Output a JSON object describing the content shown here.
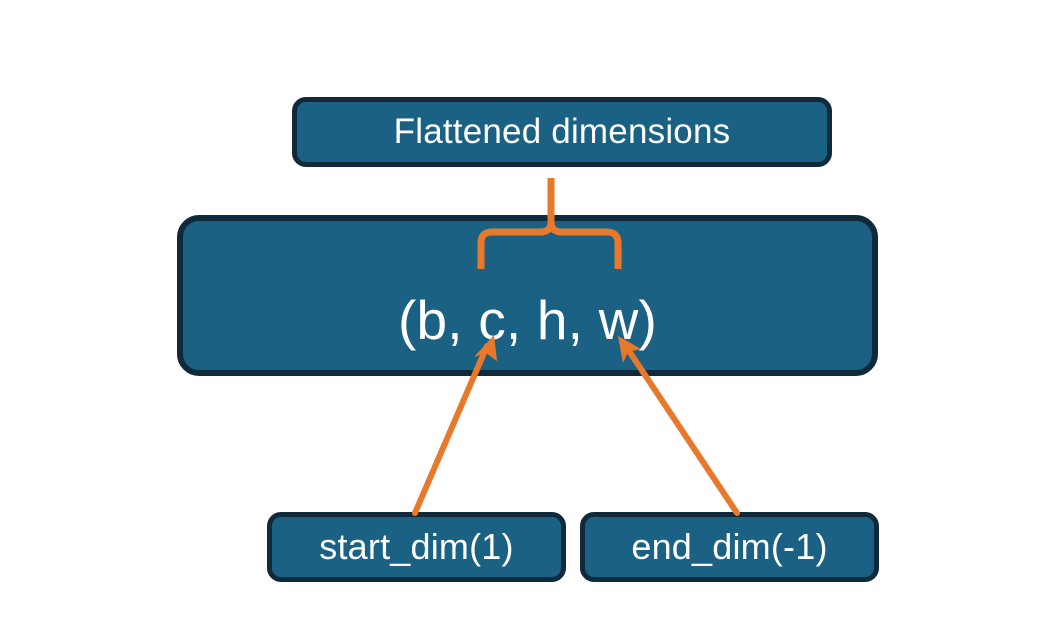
{
  "diagram": {
    "title_node": {
      "label": "Flattened dimensions"
    },
    "shape_node": {
      "label": "(b, c, h, w)"
    },
    "start_node": {
      "label": "start_dim(1)"
    },
    "end_node": {
      "label": "end_dim(-1)"
    },
    "annotations": {
      "brace": "brace-spanning-c-to-w",
      "arrow_start": "arrow-start-dim-to-c",
      "arrow_end": "arrow-end-dim-to-w"
    },
    "colors": {
      "node_fill": "#1b6183",
      "node_border": "#102a3c",
      "node_text": "#ffffff",
      "accent": "#e8792b",
      "background": "#ffffff"
    }
  }
}
